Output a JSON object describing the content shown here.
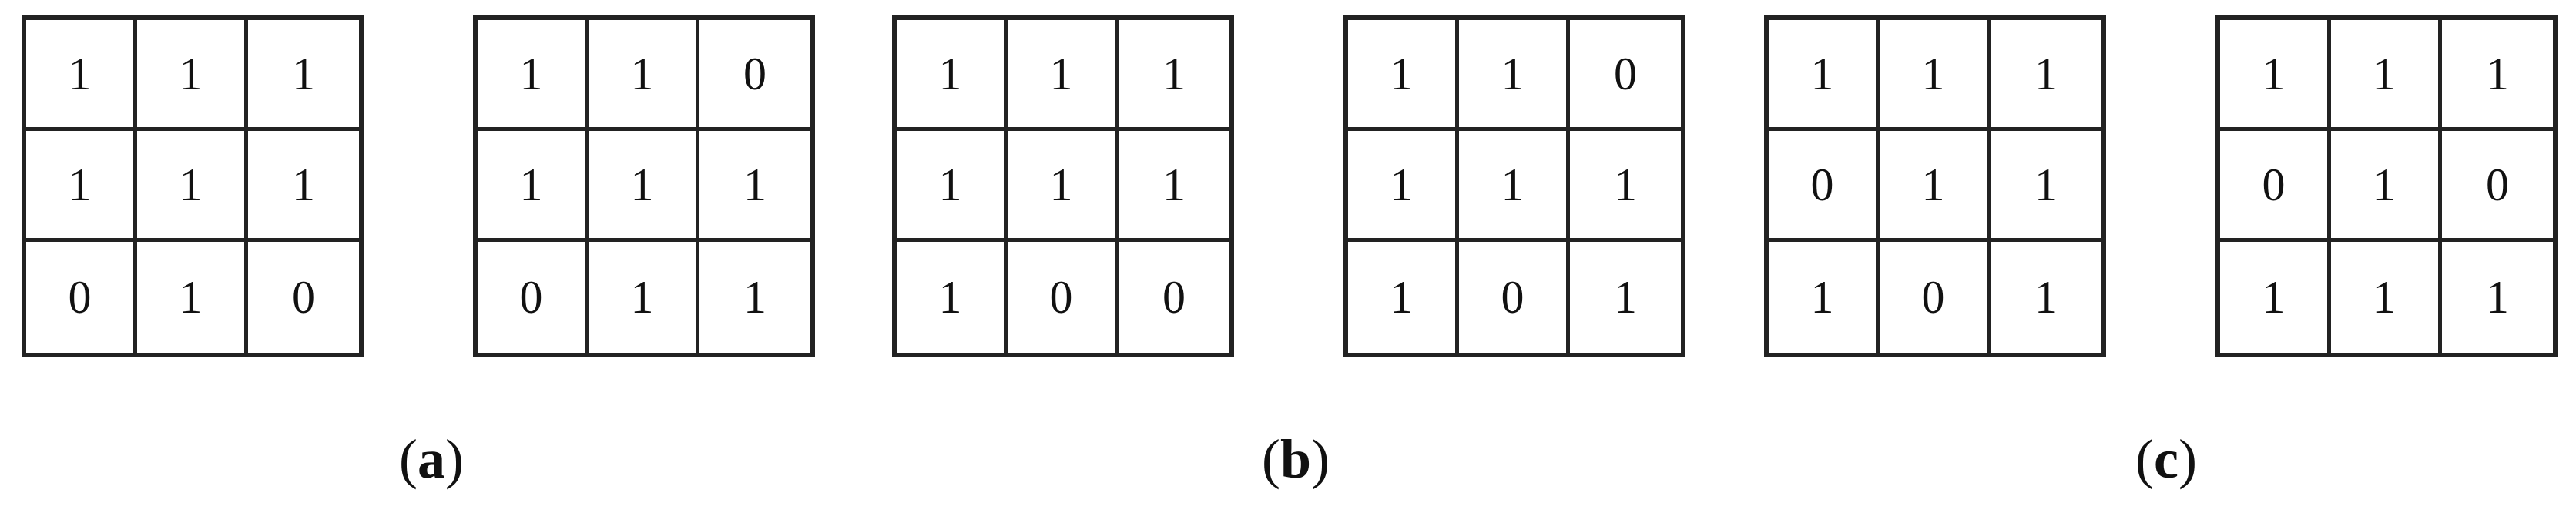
{
  "grids": [
    [
      [
        "1",
        "1",
        "1"
      ],
      [
        "1",
        "1",
        "1"
      ],
      [
        "0",
        "1",
        "0"
      ]
    ],
    [
      [
        "1",
        "1",
        "0"
      ],
      [
        "1",
        "1",
        "1"
      ],
      [
        "0",
        "1",
        "1"
      ]
    ],
    [
      [
        "1",
        "1",
        "1"
      ],
      [
        "1",
        "1",
        "1"
      ],
      [
        "1",
        "0",
        "0"
      ]
    ],
    [
      [
        "1",
        "1",
        "0"
      ],
      [
        "1",
        "1",
        "1"
      ],
      [
        "1",
        "0",
        "1"
      ]
    ],
    [
      [
        "1",
        "1",
        "1"
      ],
      [
        "0",
        "1",
        "1"
      ],
      [
        "1",
        "0",
        "1"
      ]
    ],
    [
      [
        "1",
        "1",
        "1"
      ],
      [
        "0",
        "1",
        "0"
      ],
      [
        "1",
        "1",
        "1"
      ]
    ]
  ],
  "captions": [
    {
      "open": "(",
      "letter": "a",
      "close": ")"
    },
    {
      "open": "(",
      "letter": "b",
      "close": ")"
    },
    {
      "open": "(",
      "letter": "c",
      "close": ")"
    }
  ]
}
